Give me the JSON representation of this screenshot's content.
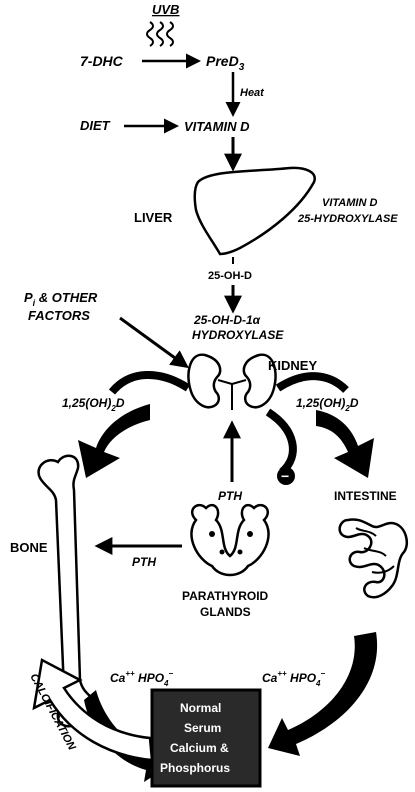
{
  "labels": {
    "uvb": "UVB",
    "seven_dhc": "7-DHC",
    "pre_d3_main": "PreD",
    "pre_d3_sub": "3",
    "heat": "Heat",
    "diet": "DIET",
    "vitamin_d": "VITAMIN D",
    "liver": "LIVER",
    "liver_enzyme_line1": "VITAMIN D",
    "liver_enzyme_line2": "25-HYDROXYLASE",
    "metabolite_25ohd": "25-OH-D",
    "kidney_enzyme_line1": "25-OH-D-1α",
    "kidney_enzyme_line2": "HYDROXYLASE",
    "kidney": "KIDNEY",
    "pi_main": "P",
    "pi_sub": "i",
    "pi_rest": " & OTHER",
    "factors": "FACTORS",
    "calcitriol_left_a": "1,25(OH)",
    "calcitriol_left_sub": "2",
    "calcitriol_left_b": "D",
    "calcitriol_right_a": "1,25(OH)",
    "calcitriol_right_sub": "2",
    "calcitriol_right_b": "D",
    "pth_up": "PTH",
    "pth_left": "PTH",
    "minus": "−",
    "bone": "BONE",
    "intestine": "INTESTINE",
    "parathyroid_line1": "PARATHYROID",
    "parathyroid_line2": "GLANDS",
    "ca_left_a": "Ca",
    "ca_left_sup": "++",
    "ca_left_b": " HPO",
    "ca_left_sub": "4",
    "ca_left_sup2": "−",
    "ca_right_a": "Ca",
    "ca_right_sup": "++",
    "ca_right_b": " HPO",
    "ca_right_sub": "4",
    "ca_right_sup2": "−",
    "calcification": "CALCIFICATION",
    "box_line1": "Normal",
    "box_line2": "Serum",
    "box_line3": "Calcium &",
    "box_line4": "Phosphorus"
  },
  "colors": {
    "ink": "#000000",
    "paper": "#ffffff",
    "box_fill": "#2a2a2a"
  }
}
